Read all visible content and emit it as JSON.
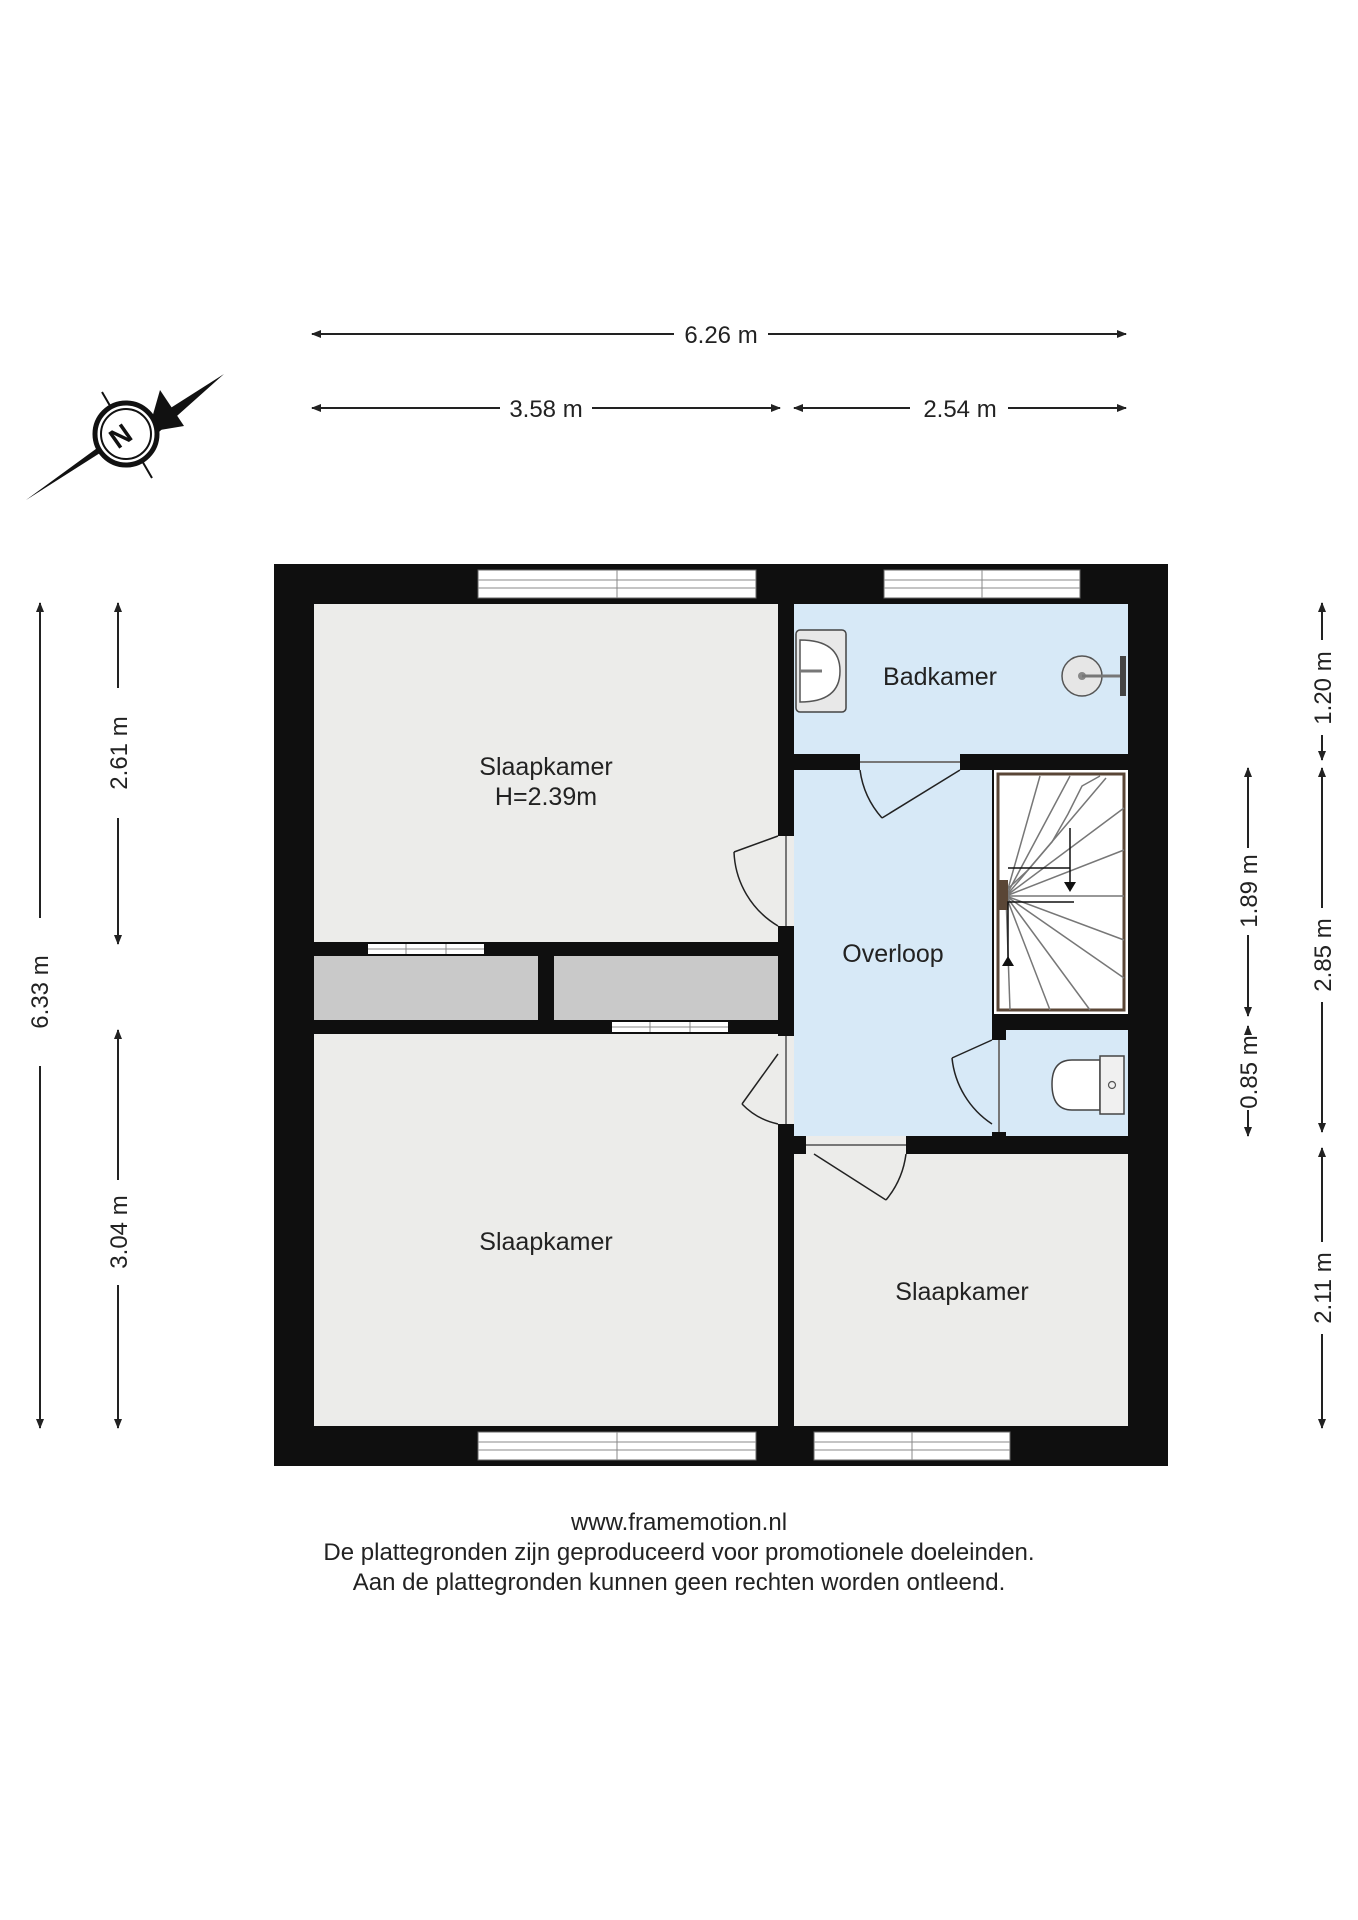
{
  "colors": {
    "wall": "#0f0f0f",
    "bedroom": "#ececea",
    "storage": "#c9c9c9",
    "wet_room": "#d7e9f7",
    "dimension_line": "#222222"
  },
  "compass": {
    "icon": "north-compass-icon",
    "letter": "N"
  },
  "dimensions": {
    "top_total": "6.26 m",
    "top_left": "3.58 m",
    "top_right": "2.54 m",
    "left_total": "6.33 m",
    "left_upper": "2.61 m",
    "left_lower": "3.04 m",
    "right_outer_top": "1.20 m",
    "right_outer_middle": "2.85 m",
    "right_outer_bottom": "2.11 m",
    "right_inner_top": "1.89 m",
    "right_inner_bottom": "0.85 m"
  },
  "rooms": {
    "bedroom_top": {
      "name": "Slaapkamer",
      "height": "H=2.39m"
    },
    "bedroom_bottom_left": {
      "name": "Slaapkamer"
    },
    "bedroom_bottom_right": {
      "name": "Slaapkamer"
    },
    "bathroom": {
      "name": "Badkamer"
    },
    "landing": {
      "name": "Overloop"
    }
  },
  "fixtures": [
    "washbasin-icon",
    "shower-icon",
    "toilet-icon",
    "staircase-icon"
  ],
  "footer": {
    "website": "www.framemotion.nl",
    "line1": "De plattegronden zijn geproduceerd voor promotionele doeleinden.",
    "line2": "Aan de plattegronden kunnen geen rechten worden ontleend."
  }
}
